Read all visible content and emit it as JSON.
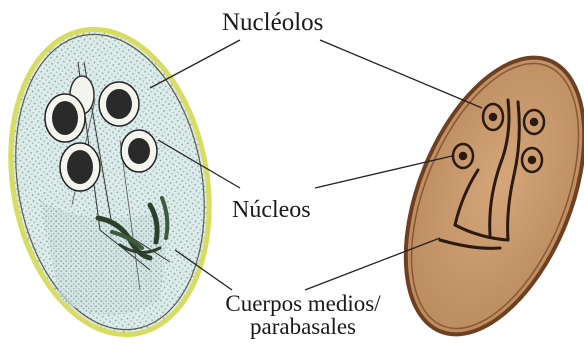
{
  "labels": {
    "nucleolos": "Nucléolos",
    "nucleos": "Núcleos",
    "cuerpos_line1": "Cuerpos medios/",
    "cuerpos_line2": "parabasales"
  },
  "colors": {
    "trophozoite_outline": "#d8dc60",
    "trophozoite_fill": "#d9ecea",
    "cyst_fill": "#c89a6e",
    "cyst_rim": "#7a4a28",
    "ink": "#1a1a1a"
  }
}
